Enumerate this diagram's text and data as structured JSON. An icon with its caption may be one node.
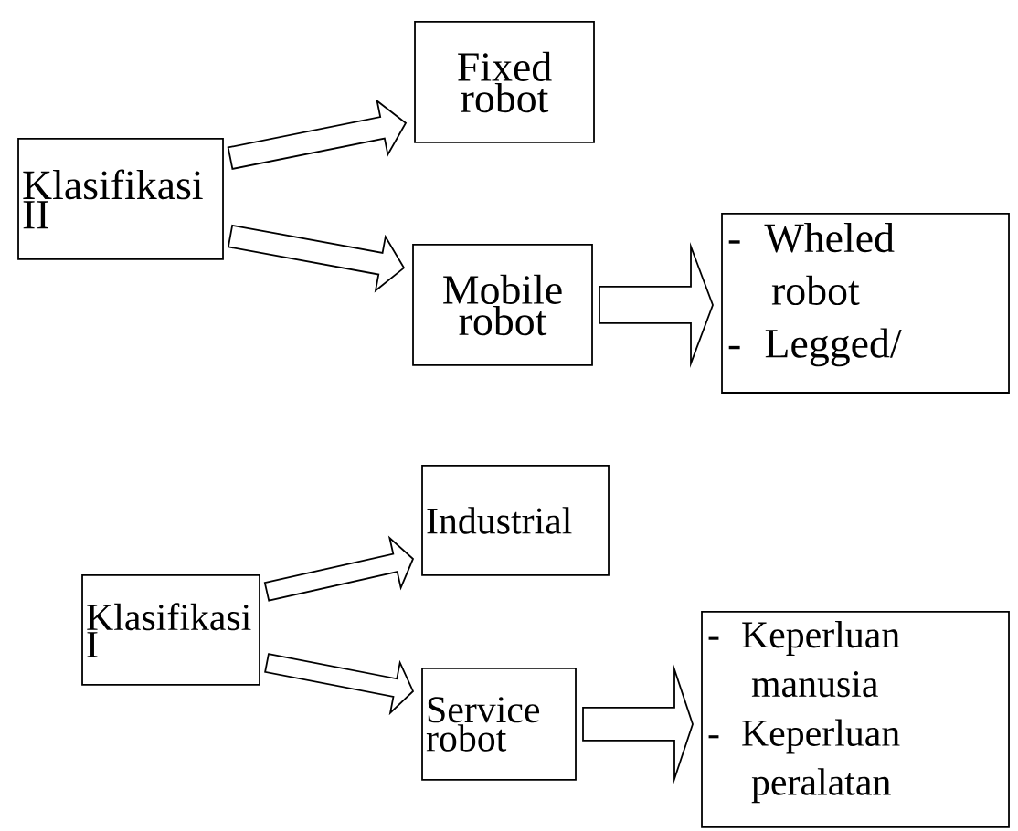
{
  "diagram": {
    "nodes": [
      {
        "text": [
          "Klasifikasi II"
        ]
      },
      {
        "text": [
          "Fixed robot"
        ]
      },
      {
        "text": [
          "Mobile robot"
        ]
      },
      {
        "text": [
          "- Wheled robot",
          "- Legged/"
        ]
      },
      {
        "text": [
          "Klasifikasi I"
        ]
      },
      {
        "text": [
          "Industrial"
        ]
      },
      {
        "text": [
          "Service robot"
        ]
      },
      {
        "text": [
          "- Keperluan manusia",
          "- Keperluan peralatan"
        ]
      }
    ],
    "edges": [
      {
        "from": 0,
        "to": 1,
        "arrow": "to"
      },
      {
        "from": 0,
        "to": 2,
        "arrow": "to"
      },
      {
        "from": 2,
        "to": 3,
        "arrow": "to"
      },
      {
        "from": 4,
        "to": 5,
        "arrow": "to"
      },
      {
        "from": 4,
        "to": 6,
        "arrow": "to"
      },
      {
        "from": 6,
        "to": 7,
        "arrow": "to"
      }
    ]
  }
}
